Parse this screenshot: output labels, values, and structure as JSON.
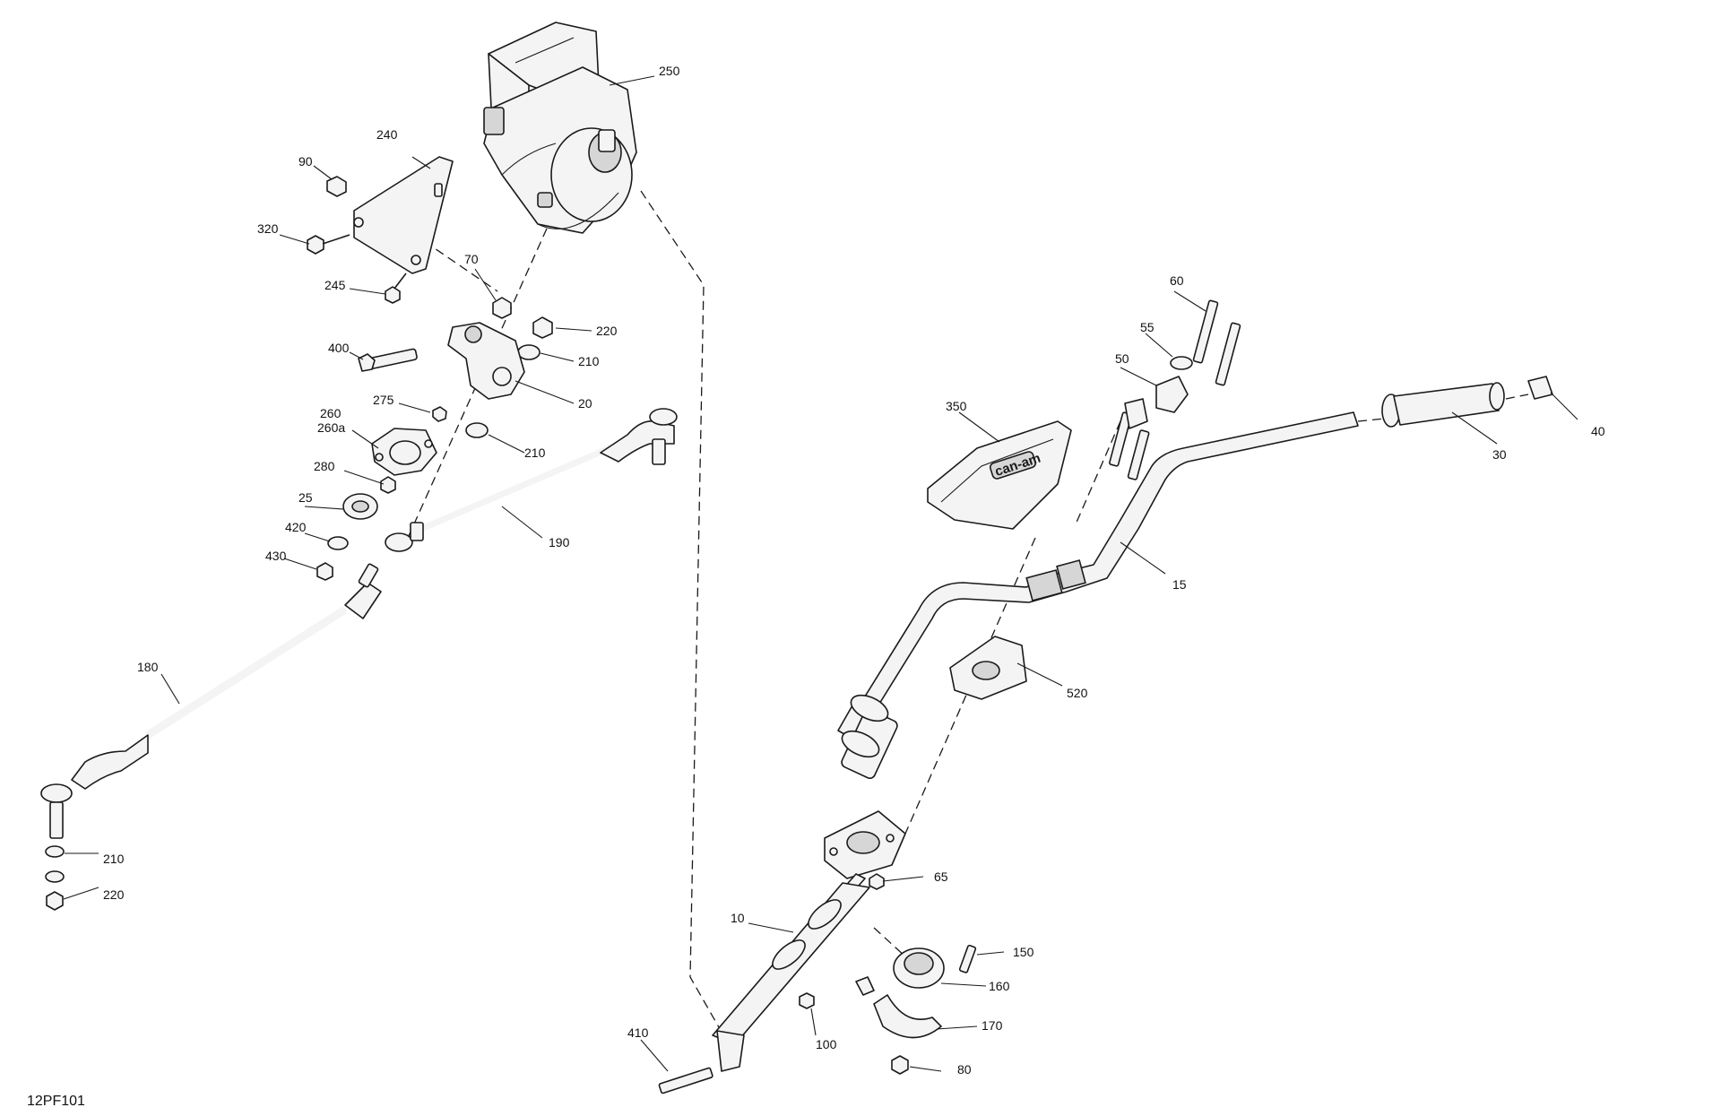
{
  "drawing_id": "12PF101",
  "brand_logo": "can-am",
  "callouts": [
    {
      "id": "c250",
      "label": "250"
    },
    {
      "id": "c240",
      "label": "240"
    },
    {
      "id": "c90",
      "label": "90"
    },
    {
      "id": "c320",
      "label": "320"
    },
    {
      "id": "c245",
      "label": "245"
    },
    {
      "id": "c70",
      "label": "70"
    },
    {
      "id": "c220a",
      "label": "220"
    },
    {
      "id": "c400",
      "label": "400"
    },
    {
      "id": "c210a",
      "label": "210"
    },
    {
      "id": "c275",
      "label": "275"
    },
    {
      "id": "c20",
      "label": "20"
    },
    {
      "id": "c260",
      "label": "260"
    },
    {
      "id": "c260a",
      "label": "260a"
    },
    {
      "id": "c210b",
      "label": "210"
    },
    {
      "id": "c280",
      "label": "280"
    },
    {
      "id": "c25",
      "label": "25"
    },
    {
      "id": "c190",
      "label": "190"
    },
    {
      "id": "c420",
      "label": "420"
    },
    {
      "id": "c430",
      "label": "430"
    },
    {
      "id": "c180",
      "label": "180"
    },
    {
      "id": "c210c",
      "label": "210"
    },
    {
      "id": "c220b",
      "label": "220"
    },
    {
      "id": "c60",
      "label": "60"
    },
    {
      "id": "c55",
      "label": "55"
    },
    {
      "id": "c50",
      "label": "50"
    },
    {
      "id": "c350",
      "label": "350"
    },
    {
      "id": "c40",
      "label": "40"
    },
    {
      "id": "c30",
      "label": "30"
    },
    {
      "id": "c15",
      "label": "15"
    },
    {
      "id": "c520",
      "label": "520"
    },
    {
      "id": "c65",
      "label": "65"
    },
    {
      "id": "c10",
      "label": "10"
    },
    {
      "id": "c150",
      "label": "150"
    },
    {
      "id": "c160",
      "label": "160"
    },
    {
      "id": "c170",
      "label": "170"
    },
    {
      "id": "c410",
      "label": "410"
    },
    {
      "id": "c100",
      "label": "100"
    },
    {
      "id": "c80",
      "label": "80"
    }
  ]
}
